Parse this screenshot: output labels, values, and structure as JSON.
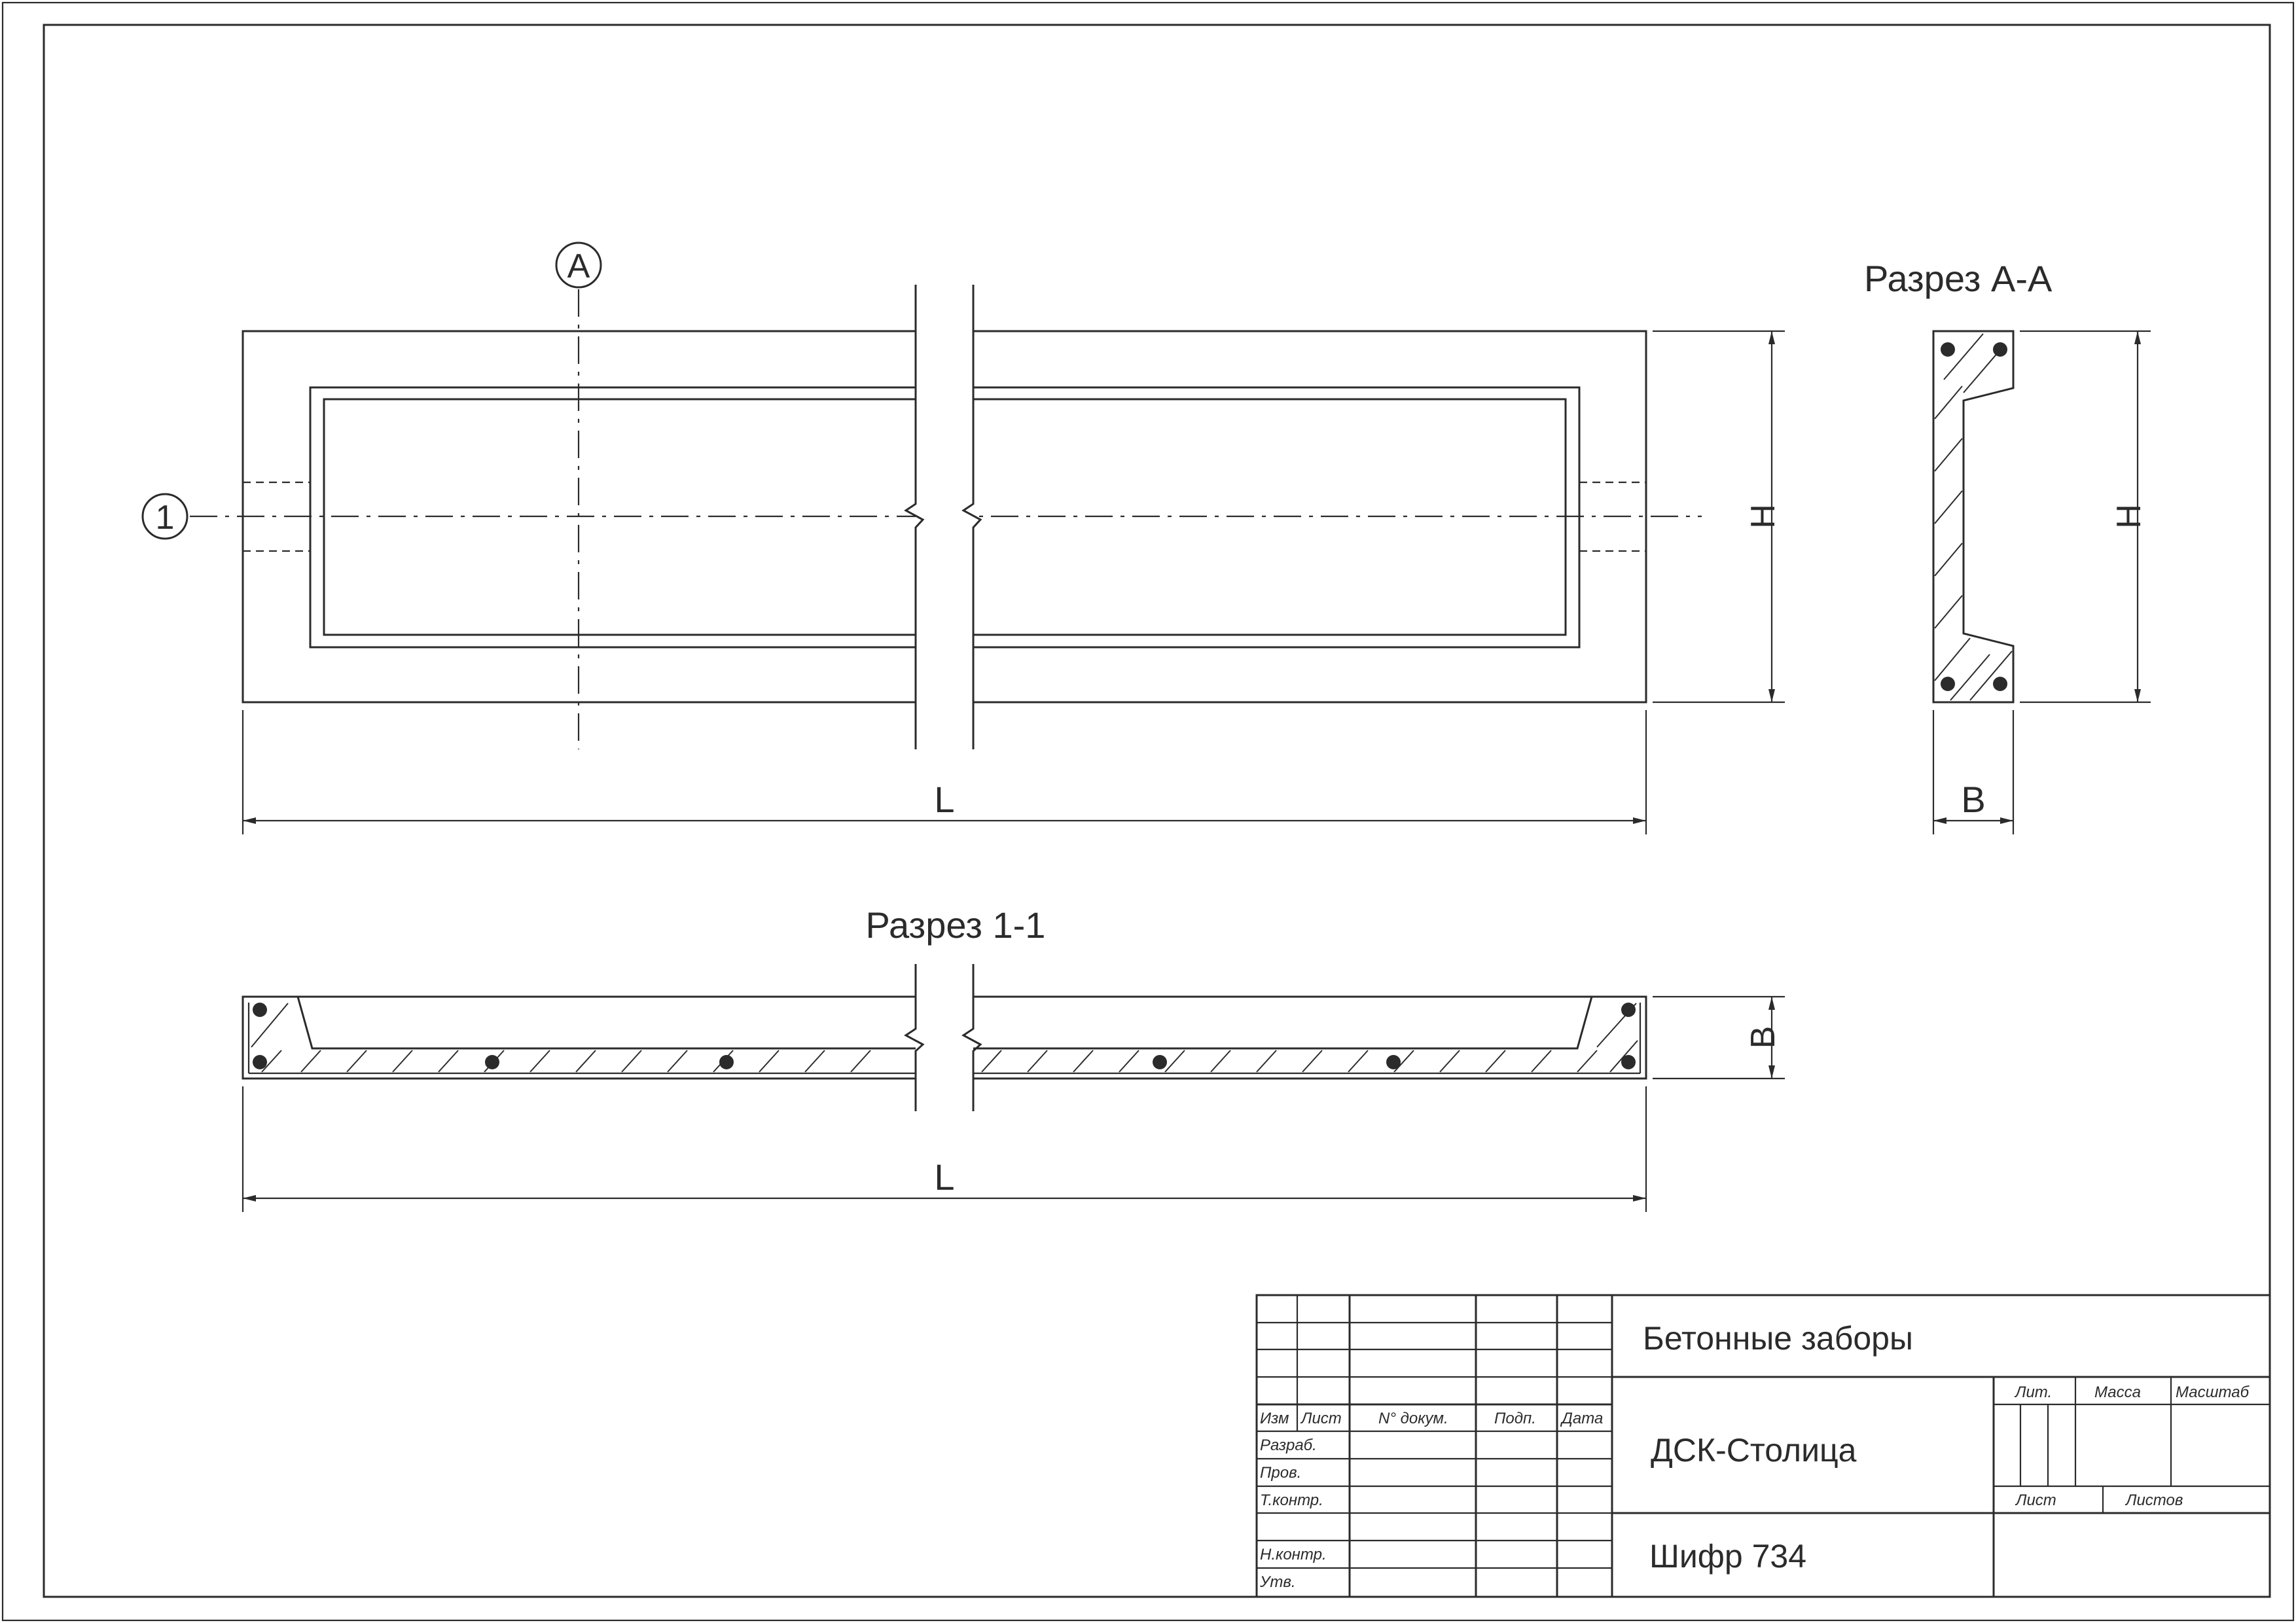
{
  "title_block": {
    "headers": [
      "Изм",
      "Лист",
      "N° докум.",
      "Подп.",
      "Дата"
    ],
    "rows": [
      "Разраб.",
      "Пров.",
      "Т.контр.",
      "Н.контр.",
      "Утв."
    ],
    "doc_name": "Бетонные заборы",
    "organization": "ДСК-Столица",
    "code": "Шифр 734",
    "stage_headers": [
      "Лит.",
      "Масса",
      "Масштаб"
    ],
    "sheet_label": "Лист",
    "sheets_label": "Листов"
  },
  "views": {
    "section_aa_title": "Разрез А-А",
    "section_11_title": "Разрез 1-1",
    "marker_a": "А",
    "marker_1": "1"
  },
  "dimensions": {
    "length": "L",
    "height": "H",
    "width": "B"
  }
}
